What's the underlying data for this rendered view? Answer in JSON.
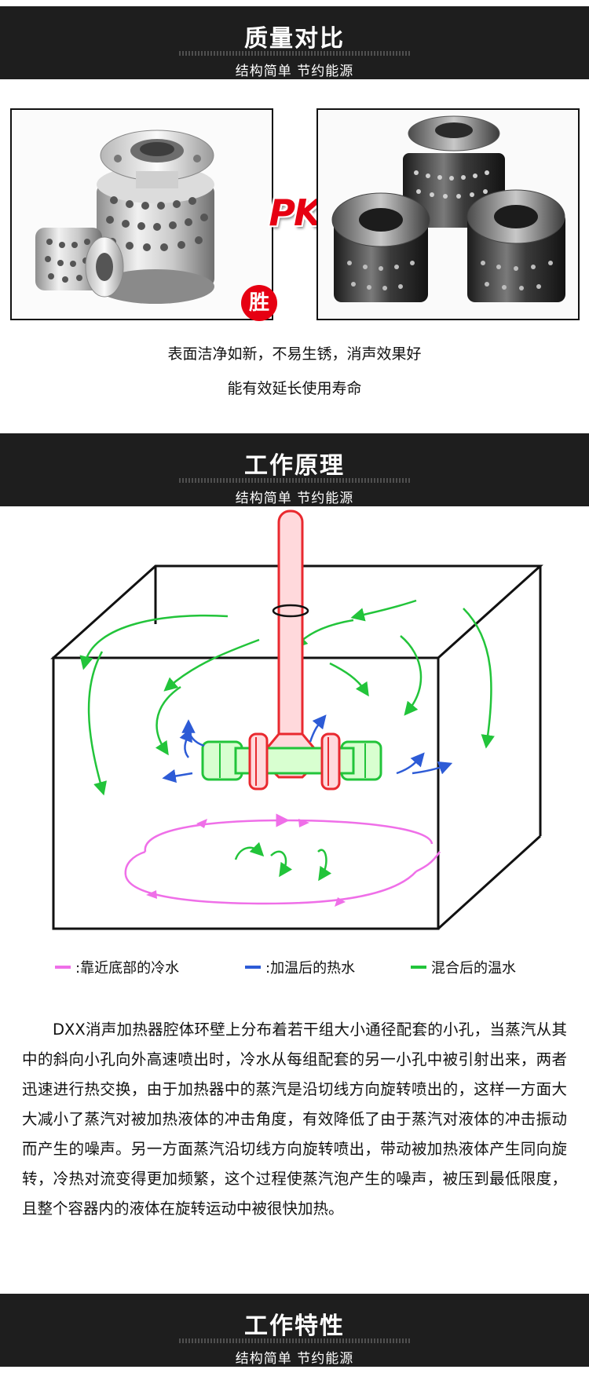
{
  "section1": {
    "title": "质量对比",
    "subtitle": "结构简单  节约能源",
    "pk_label": "PK",
    "win_label": "胜",
    "caption_line1": "表面洁净如新，不易生锈，消声效果好",
    "caption_line2": "能有效延长使用寿命"
  },
  "section2": {
    "title": "工作原理",
    "subtitle": "结构简单  节约能源",
    "legend": [
      {
        "label": ":靠近底部的冷水",
        "color": "#ef6fe8"
      },
      {
        "label": ":加温后的热水",
        "color": "#2d5bd6"
      },
      {
        "label": "混合后的温水",
        "color": "#22c43a"
      }
    ],
    "paragraph": "DXX消声加热器腔体环壁上分布着若干组大小通径配套的小孔，当蒸汽从其中的斜向小孔向外高速喷出时，冷水从每组配套的另一小孔中被引射出来，两者迅速进行热交换，由于加热器中的蒸汽是沿切线方向旋转喷出的，这样一方面大大减小了蒸汽对被加热液体的冲击角度，有效降低了由于蒸汽对液体的冲击振动而产生的噪声。另一方面蒸汽沿切线方向旋转喷出，带动被加热液体产生同向旋转，冷热对流变得更加频繁，这个过程使蒸汽泡产生的噪声，被压到最低限度，且整个容器内的液体在旋转运动中被很快加热。"
  },
  "section3": {
    "title": "工作特性",
    "subtitle": "结构简单  节约能源"
  }
}
